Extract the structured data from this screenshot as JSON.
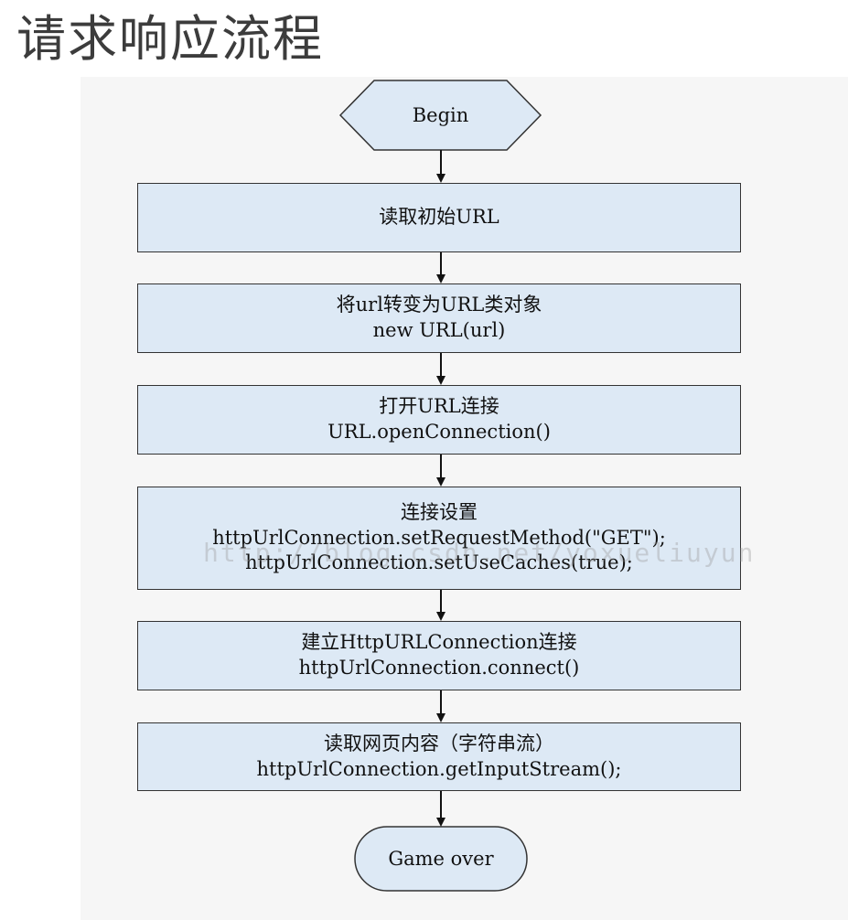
{
  "title": "请求响应流程",
  "start": {
    "label": "Begin"
  },
  "steps": [
    {
      "lines": [
        "读取初始URL"
      ]
    },
    {
      "lines": [
        "将url转变为URL类对象",
        "new URL(url)"
      ]
    },
    {
      "lines": [
        "打开URL连接",
        "URL.openConnection()"
      ]
    },
    {
      "lines": [
        "连接设置",
        "httpUrlConnection.setRequestMethod(\"GET\");",
        "httpUrlConnection.setUseCaches(true);"
      ]
    },
    {
      "lines": [
        "建立HttpURLConnection连接",
        "httpUrlConnection.connect()"
      ]
    },
    {
      "lines": [
        "读取网页内容（字符串流）",
        "httpUrlConnection.getInputStream();"
      ]
    }
  ],
  "end": {
    "label": "Game over"
  },
  "watermark": "http://blog.csdn.net/yoxueliuyun",
  "colors": {
    "box_fill": "#dde9f5",
    "stroke": "#333333",
    "canvas": "#f6f6f6"
  }
}
